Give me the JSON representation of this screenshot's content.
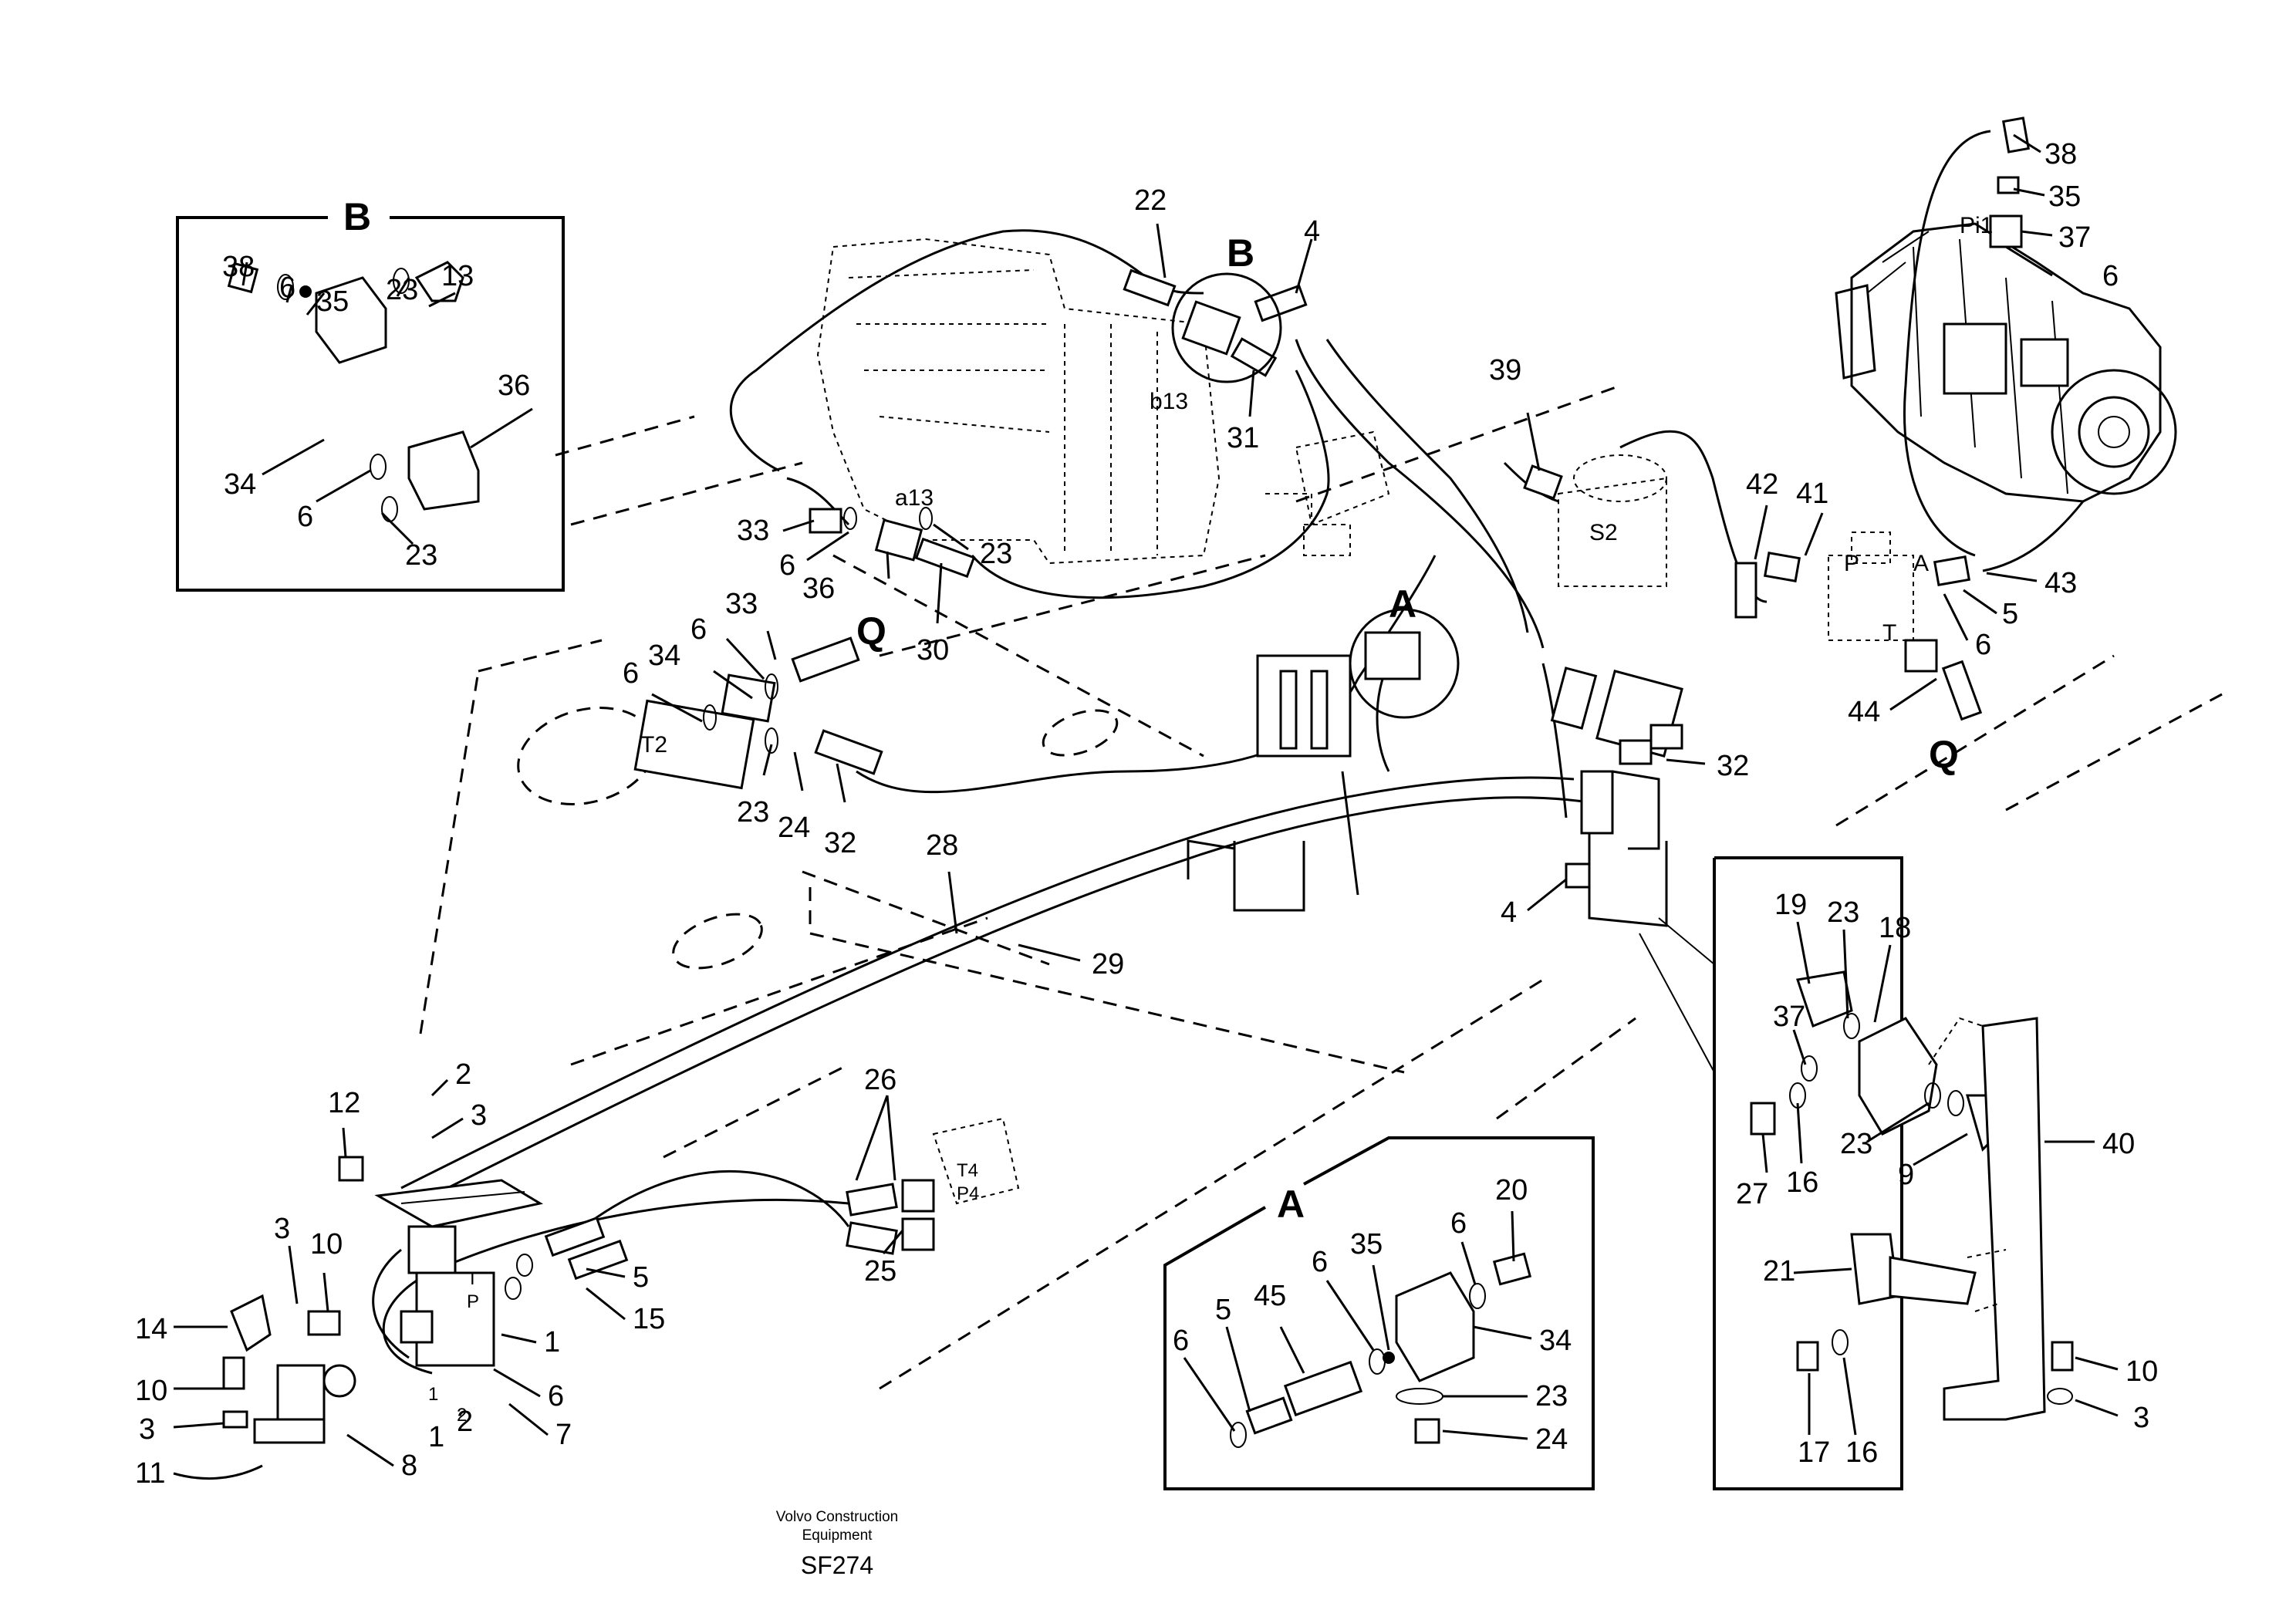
{
  "views": [
    {
      "letter": "B"
    },
    {
      "letter": "A"
    }
  ],
  "port_markers": {
    "q_left": "Q",
    "q_right": "Q",
    "b_main": "B",
    "a_main": "A"
  },
  "port_codes": [
    "b13",
    "a13",
    "T2",
    "S2",
    "Pi1",
    "P",
    "A",
    "T",
    "T4",
    "P4",
    "T",
    "P",
    "1",
    "2"
  ],
  "callouts_b": [
    "38",
    "6",
    "35",
    "23",
    "13",
    "36",
    "34",
    "6",
    "23"
  ],
  "callouts_main": [
    "22",
    "4",
    "31",
    "33",
    "6",
    "36",
    "23",
    "30",
    "33",
    "6",
    "34",
    "6",
    "23",
    "24",
    "32",
    "39",
    "42",
    "41",
    "43",
    "5",
    "6",
    "44",
    "38",
    "35",
    "37",
    "6",
    "28",
    "29",
    "32",
    "4",
    "12",
    "2",
    "3",
    "26",
    "25",
    "5",
    "15",
    "3",
    "10",
    "14",
    "1",
    "6",
    "7",
    "10",
    "3",
    "11",
    "8",
    "1",
    "2"
  ],
  "callouts_a": [
    "20",
    "6",
    "35",
    "6",
    "45",
    "5",
    "6",
    "34",
    "23",
    "24"
  ],
  "callouts_bracket": [
    "19",
    "23",
    "18",
    "37",
    "27",
    "16",
    "23",
    "9",
    "40",
    "21",
    "17",
    "16",
    "10",
    "3"
  ],
  "footer": {
    "maker_line1": "Volvo Construction",
    "maker_line2": "Equipment",
    "code": "SF274"
  }
}
